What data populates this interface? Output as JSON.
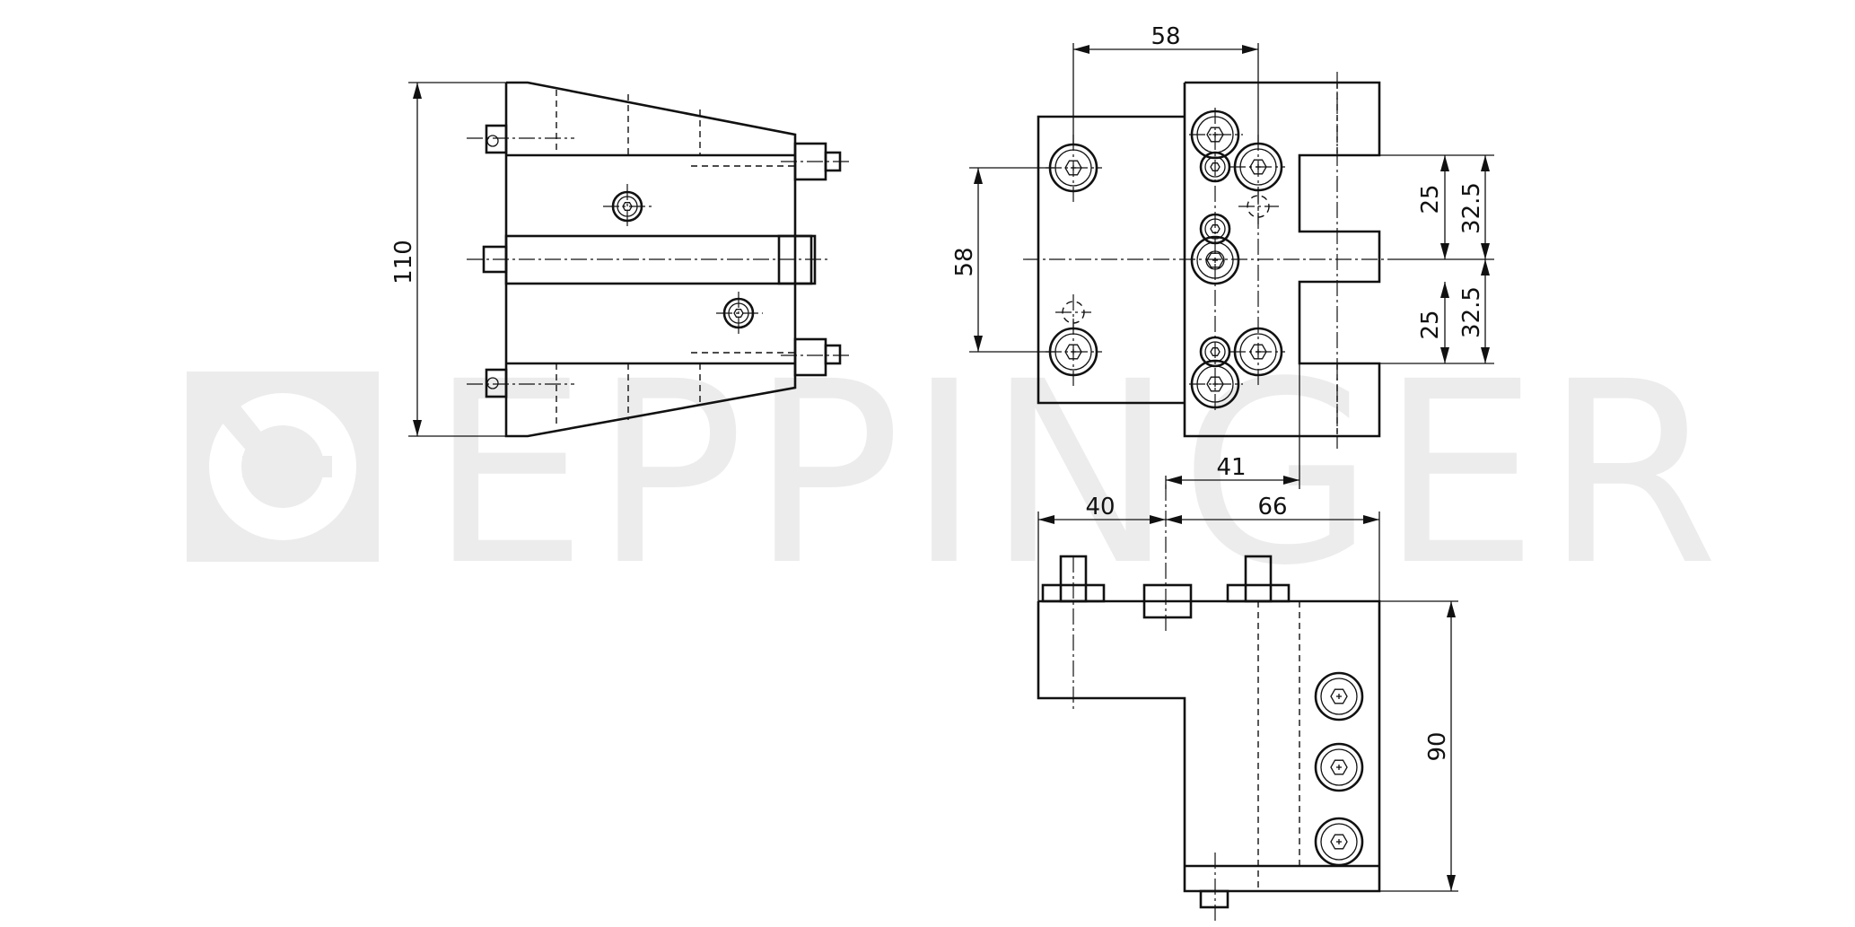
{
  "watermark": {
    "brand_text": "EPPINGER",
    "logo_icon": "eppinger-logo-icon",
    "color": "#ececec"
  },
  "dimensions": {
    "side_height": "110",
    "front_width_top": "58",
    "front_height_left": "58",
    "front_slot_upper": "25",
    "front_offset_upper": "32.5",
    "front_slot_lower": "25",
    "front_offset_lower": "32.5",
    "front_center_offset": "41",
    "top_width_left": "40",
    "top_width_right": "66",
    "top_height": "90"
  },
  "colors": {
    "line": "#111111",
    "background": "#ffffff"
  }
}
